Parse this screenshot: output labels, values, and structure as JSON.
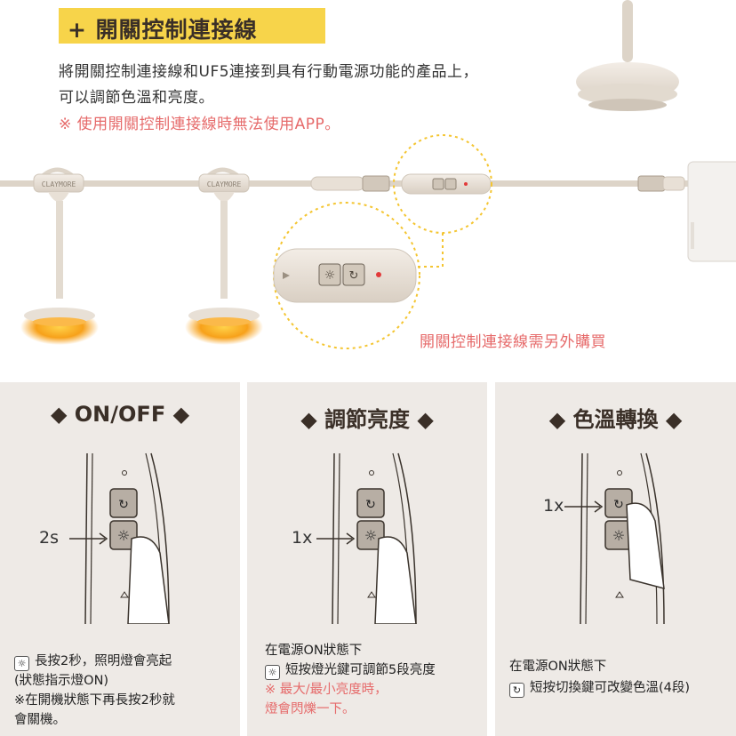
{
  "title": "+ 開關控制連接線",
  "description": {
    "line1": "將開關控制連接線和UF5連接到具有行動電源功能的產品上，",
    "line2": "可以調節色溫和亮度。",
    "note": "※ 使用開關控制連接線時無法使用APP。"
  },
  "brand_label": "CLAYMORE",
  "purchase_note": "開關控制連接線需另外購買",
  "colors": {
    "title_bar": "#f7d44a",
    "note_red": "#e66a6a",
    "panel_bg": "#eeeae6",
    "device_body": "#e8e0d6",
    "lamp_glow": "#f7a11a"
  },
  "panels": [
    {
      "heading": "◆ ON/OFF ◆",
      "arrow_label": "2s",
      "lines": [
        {
          "icon": "sun-icon",
          "text": "長按2秒，照明燈會亮起",
          "red": false
        },
        {
          "text": "(狀態指示燈ON)",
          "red": false
        },
        {
          "text": "※在開機狀態下再長按2秒就",
          "red": false
        },
        {
          "text": "會關機。",
          "red": false
        }
      ]
    },
    {
      "heading": "◆ 調節亮度 ◆",
      "arrow_label": "1x",
      "lines": [
        {
          "text": "在電源ON狀態下",
          "red": false
        },
        {
          "icon": "sun-icon",
          "text": "短按燈光鍵可調節5段亮度",
          "red": false
        },
        {
          "text": "※ 最大/最小亮度時，",
          "red": true
        },
        {
          "text": "燈會閃爍一下。",
          "red": true
        }
      ]
    },
    {
      "heading": "◆ 色溫轉換 ◆",
      "arrow_label": "1x",
      "lines": [
        {
          "text": "在電源ON狀態下",
          "red": false
        },
        {
          "icon": "cycle-icon",
          "text": "短按切換鍵可改變色溫(4段)",
          "red": false
        }
      ]
    }
  ]
}
